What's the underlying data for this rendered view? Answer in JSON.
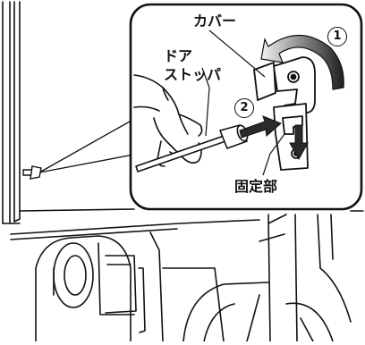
{
  "labels": {
    "cover": "カバー",
    "door_stopper_line1": "ドア",
    "door_stopper_line2": "ストッパ",
    "fixing_part": "固定部",
    "step1": "1",
    "step2": "2"
  },
  "icons": {
    "rotate_arrow": "curved-arrow-icon",
    "push_arrow": "right-arrow-icon",
    "drop_arrow": "down-arrow-icon"
  },
  "colors": {
    "line": "#111111",
    "arrow_fill": "#2a2a2a",
    "arrow_grad_light": "#f2f2f2",
    "bg": "#ffffff"
  }
}
